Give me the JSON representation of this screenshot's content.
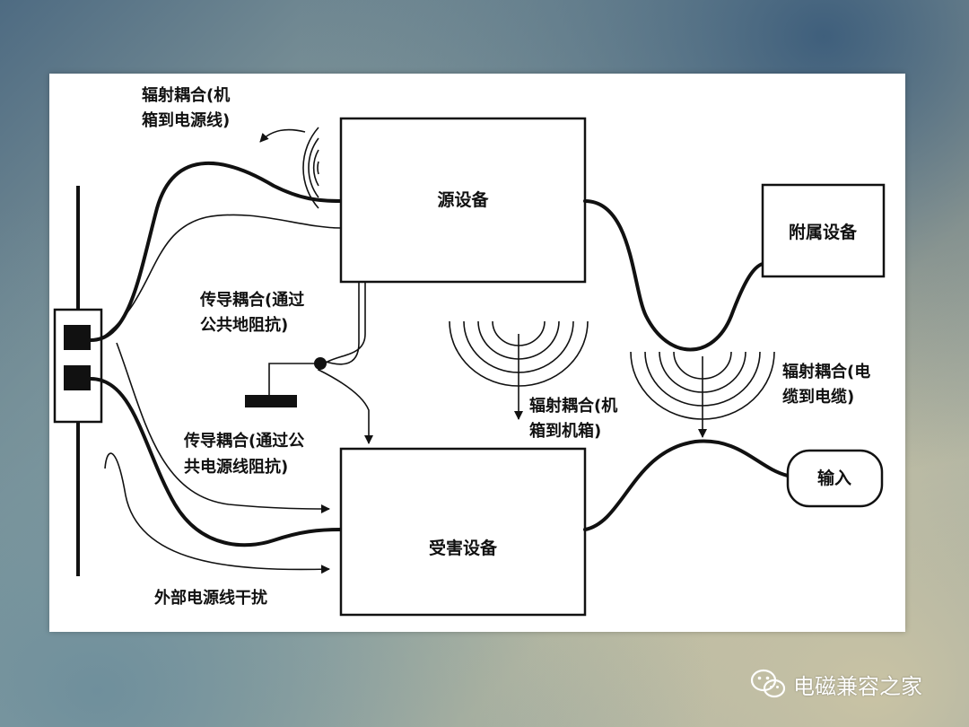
{
  "diagram": {
    "boxes": {
      "source": "源设备",
      "victim": "受害设备",
      "accessory": "附属设备",
      "input": "输入"
    },
    "labels": {
      "rad_case_power_1": "辐射耦合(机",
      "rad_case_power_2": "箱到电源线)",
      "cond_ground_1": "传导耦合(通过",
      "cond_ground_2": "公共地阻抗)",
      "cond_power_1": "传导耦合(通过公",
      "cond_power_2": "共电源线阻抗)",
      "rad_case_case_1": "辐射耦合(机",
      "rad_case_case_2": "箱到机箱)",
      "rad_cable_cable_1": "辐射耦合(电",
      "rad_cable_cable_2": "缆到电缆)",
      "external_power": "外部电源线干扰"
    }
  },
  "watermark": {
    "text": "电磁兼容之家",
    "icon": "wechat-icon"
  },
  "colors": {
    "ink": "#111111",
    "slide": "#ffffff",
    "watermark": "#ffffff"
  }
}
